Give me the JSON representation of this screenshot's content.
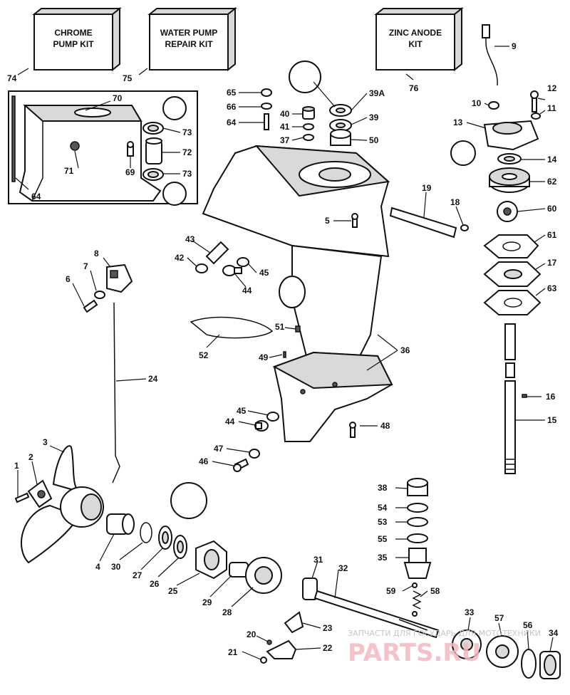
{
  "kits": {
    "chrome_line1": "CHROME",
    "chrome_line2": "PUMP KIT",
    "water_line1": "WATER PUMP",
    "water_line2": "REPAIR KIT",
    "zinc_line1": "ZINC ANODE",
    "zinc_line2": "KIT"
  },
  "labels": {
    "n1": "1",
    "n2": "2",
    "n3": "3",
    "n4": "4",
    "n5": "5",
    "n6": "6",
    "n7": "7",
    "n8": "8",
    "n9": "9",
    "n10": "10",
    "n11": "11",
    "n12": "12",
    "n13": "13",
    "n14": "14",
    "n15": "15",
    "n16": "16",
    "n17": "17",
    "n18": "18",
    "n19": "19",
    "n20": "20",
    "n21": "21",
    "n22": "22",
    "n23": "23",
    "n24": "24",
    "n25": "25",
    "n26": "26",
    "n27": "27",
    "n28": "28",
    "n29": "29",
    "n30": "30",
    "n31": "31",
    "n32": "32",
    "n33": "33",
    "n34": "34",
    "n35": "35",
    "n36": "36",
    "n37": "37",
    "n38": "38",
    "n39": "39",
    "n39a": "39A",
    "n40": "40",
    "n41": "41",
    "n42": "42",
    "n43": "43",
    "n44a": "44",
    "n44b": "44",
    "n45a": "45",
    "n45b": "45",
    "n46": "46",
    "n47": "47",
    "n48": "48",
    "n49": "49",
    "n50": "50",
    "n51": "51",
    "n52": "52",
    "n53": "53",
    "n54": "54",
    "n55": "55",
    "n56": "56",
    "n57": "57",
    "n58": "58",
    "n59": "59",
    "n60": "60",
    "n61": "61",
    "n62": "62",
    "n63": "63",
    "n64a": "64",
    "n64b": "64",
    "n65": "65",
    "n66": "66",
    "n69": "69",
    "n70": "70",
    "n71": "71",
    "n72": "72",
    "n73a": "73",
    "n73b": "73",
    "n74": "74",
    "n75": "75",
    "n76": "76"
  },
  "watermark": {
    "small": "ЗАПЧАСТИ ДЛЯ ГОСУДАРЬ ДЛЯ МОТОТЕХНИКИ",
    "large": "PARTS.RU"
  }
}
